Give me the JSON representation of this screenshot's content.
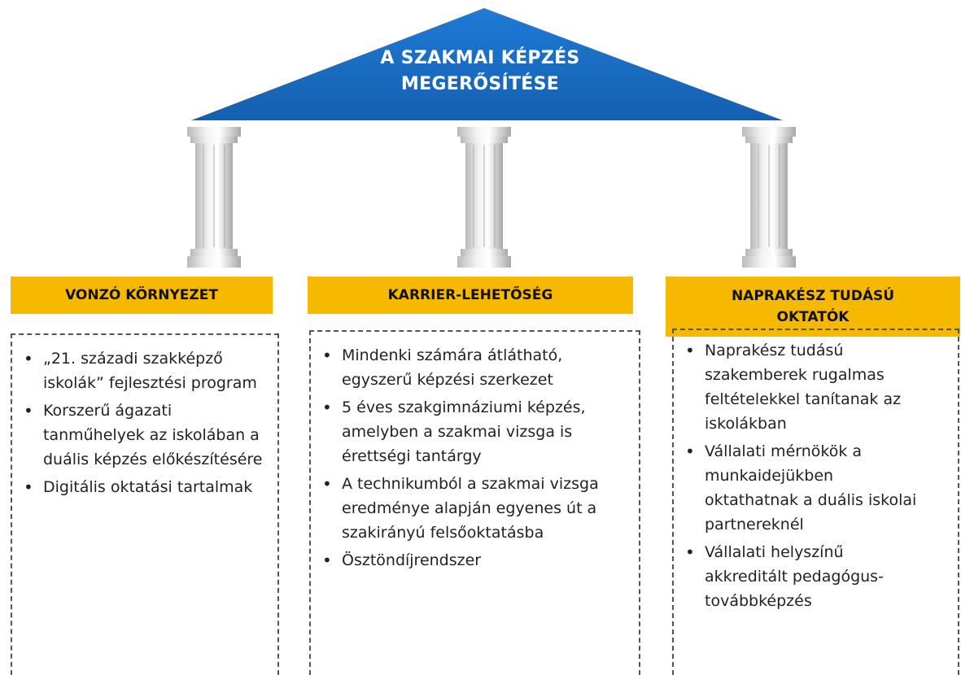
{
  "roof": {
    "title": "A SZAKMAI KÉPZÉS\nMEGERŐSÍTÉSE",
    "color": "#1a6fc6"
  },
  "accent_color": "#f7b800",
  "pillars": [
    {
      "header": "VONZÓ KÖRNYEZET",
      "items": [
        "„21. századi szakképző iskolák” fejlesztési program",
        "Korszerű ágazati tanműhelyek az iskolában a duális képzés előkészítésére",
        "Digitális oktatási tartalmak"
      ]
    },
    {
      "header": "KARRIER-LEHETŐSÉG",
      "items": [
        "Mindenki számára átlátható, egyszerű képzési szerkezet",
        "5 éves szakgimnáziumi képzés, amelyben a szakmai vizsga is érettségi tantárgy",
        "A technikumból a szakmai vizsga eredménye alapján egyenes út a szakirányú felsőoktatásba",
        "Ösztöndíjrendszer"
      ]
    },
    {
      "header": "NAPRAKÉSZ TUDÁSÚ\nOKTATÓK",
      "items": [
        "Naprakész tudású szakemberek rugalmas feltételekkel tanítanak az iskolákban",
        "Vállalati mérnökök a munkaidejükben oktathatnak a duális iskolai partnereknél",
        "Vállalati helyszínű akkreditált pedagógus-továbbképzés"
      ]
    }
  ]
}
